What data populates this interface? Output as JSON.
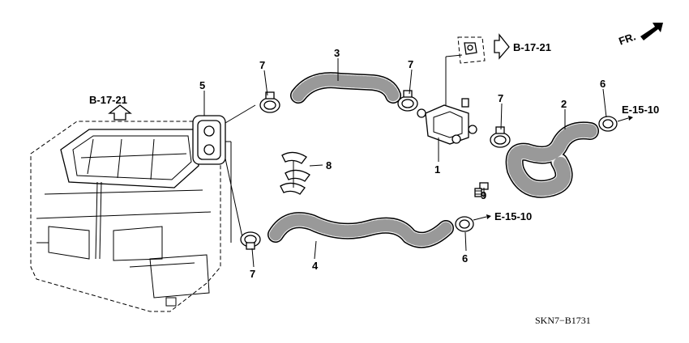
{
  "callouts": {
    "c1": "1",
    "c2": "2",
    "c3": "3",
    "c4": "4",
    "c5": "5",
    "c6a": "6",
    "c6b": "6",
    "c7a": "7",
    "c7b": "7",
    "c7c": "7",
    "c7d": "7",
    "c8": "8",
    "c9": "9"
  },
  "references": {
    "b17_left": "B-17-21",
    "b17_top": "B-17-21",
    "e15_upper": "E-15-10",
    "e15_lower": "E-15-10"
  },
  "front_label": "FR.",
  "diagram_code": "SKN7−B1731"
}
